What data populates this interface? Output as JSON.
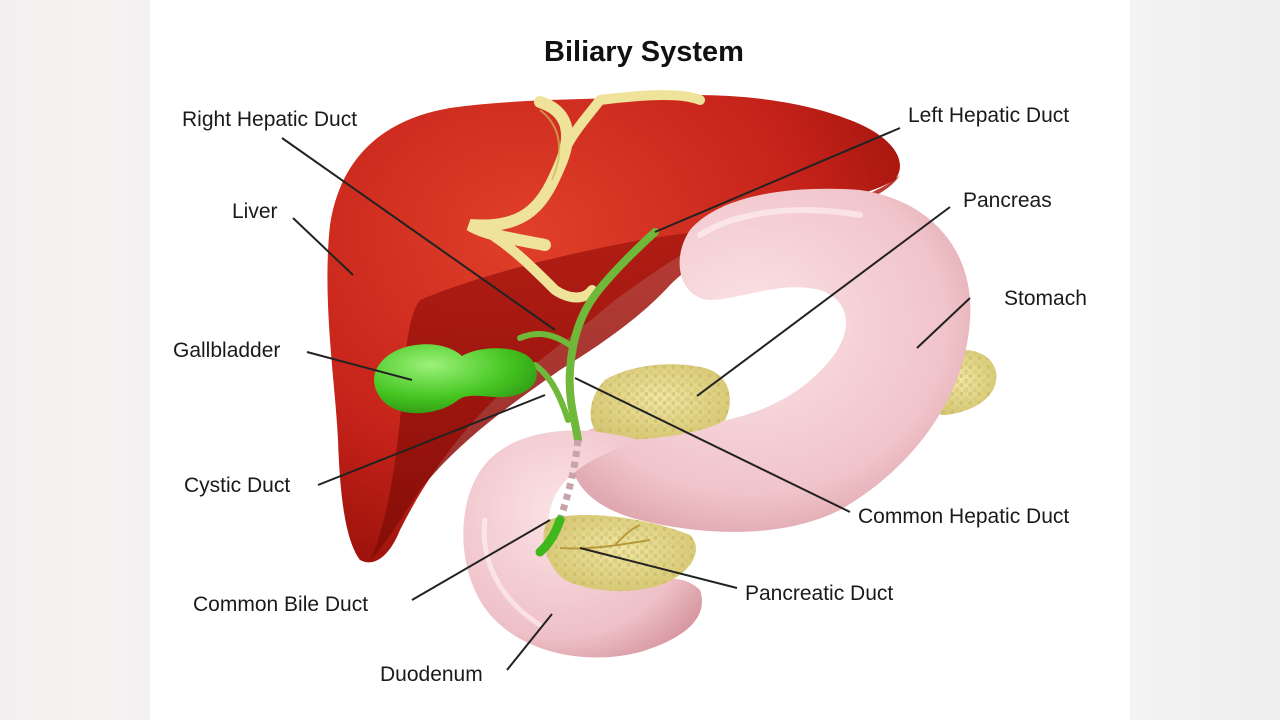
{
  "title": "Biliary System",
  "labels": {
    "right_hepatic_duct": "Right Hepatic Duct",
    "left_hepatic_duct": "Left Hepatic Duct",
    "liver": "Liver",
    "pancreas": "Pancreas",
    "stomach": "Stomach",
    "gallbladder": "Gallbladder",
    "cystic_duct": "Cystic Duct",
    "common_hepatic_duct": "Common Hepatic Duct",
    "common_bile_duct": "Common Bile Duct",
    "pancreatic_duct": "Pancreatic Duct",
    "duodenum": "Duodenum"
  },
  "colors": {
    "liver": "#c4241a",
    "liver_dark": "#9c140e",
    "stomach": "#f1c7cc",
    "pancreas": "#e6d98a",
    "gallbladder": "#5fd63a",
    "ducts": "#6fb83a",
    "hepatic_ducts": "#efe39a"
  }
}
